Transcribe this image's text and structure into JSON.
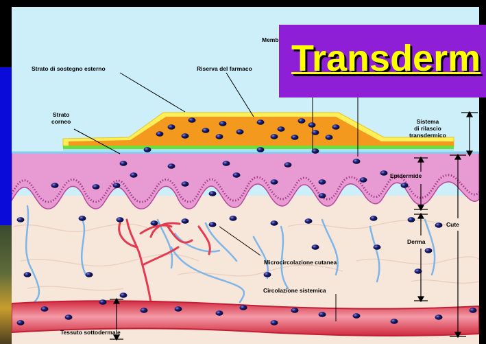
{
  "title": "Transderm",
  "labels": {
    "membrana": "Memb",
    "strato_sostegno": "Strato di sostegno esterno",
    "riserva": "Riserva del farmaco",
    "strato_corneo": "Strato\ncorneo",
    "sistema_rilascio": "Sistema\ndi rilascio\ntransdermico",
    "epidermide": "Epidermide",
    "cute": "Cute",
    "derma": "Derma",
    "microcircolazione": "Microcircolazione cutanea",
    "circolazione": "Circolazione sistemica",
    "tessuto": "Tessuto sottodermale"
  },
  "colors": {
    "sky": "#cdeffa",
    "patch_orange": "#f39a1e",
    "patch_yellow": "#fff05a",
    "membrane_green": "#6fdc3a",
    "epidermis": "#e89bd2",
    "dermis": "#f7e6da",
    "vessel": "#e23a4f",
    "title_bg": "#8f1fd6",
    "title_text": "#ffff00",
    "drug": "#1a1f7a"
  }
}
